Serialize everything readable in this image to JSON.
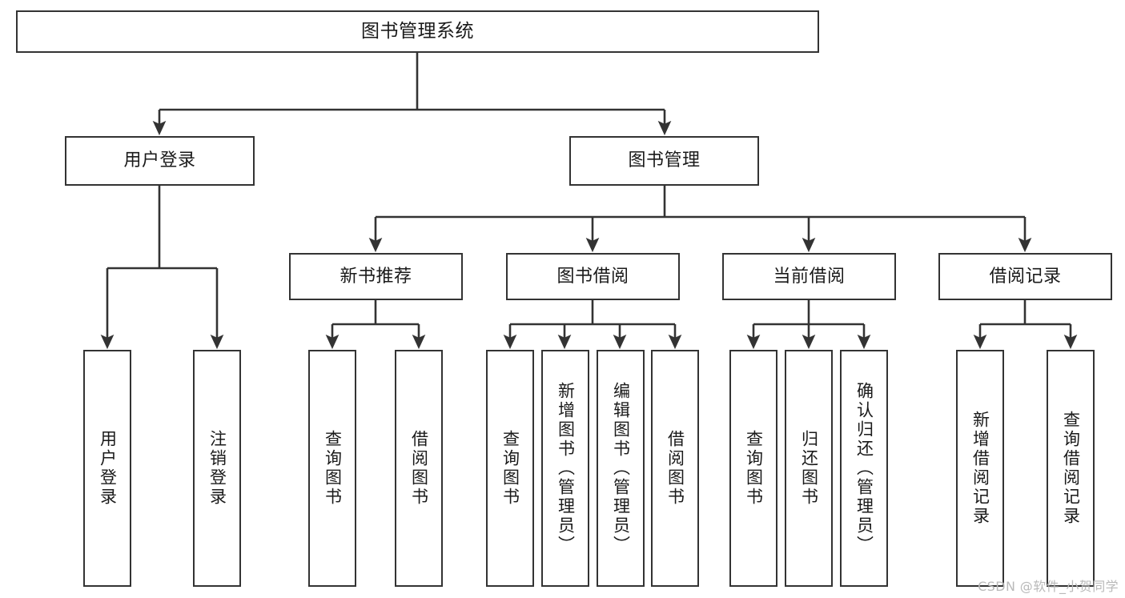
{
  "diagram": {
    "type": "tree-hierarchy-chart",
    "title": "图书管理系统",
    "watermark": "CSDN @软件_小贺同学",
    "colors": {
      "box_border": "#333333",
      "box_fill": "#ffffff",
      "connector": "#333333",
      "text": "#1a1a1a",
      "watermark": "#b9b9b9",
      "background": "#ffffff"
    },
    "nodes": {
      "root": {
        "label": "图书管理系统",
        "orientation": "horizontal"
      },
      "level2": [
        {
          "label": "用户登录",
          "orientation": "horizontal"
        },
        {
          "label": "图书管理",
          "orientation": "horizontal"
        }
      ],
      "level3": [
        {
          "label": "新书推荐",
          "orientation": "horizontal"
        },
        {
          "label": "图书借阅",
          "orientation": "horizontal"
        },
        {
          "label": "当前借阅",
          "orientation": "horizontal"
        },
        {
          "label": "借阅记录",
          "orientation": "horizontal"
        }
      ],
      "leaves": {
        "user_login": [
          {
            "label": "用户登录",
            "orientation": "vertical"
          },
          {
            "label": "注销登录",
            "orientation": "vertical"
          }
        ],
        "new_book": [
          {
            "label": "查询图书",
            "orientation": "vertical"
          },
          {
            "label": "借阅图书",
            "orientation": "vertical"
          }
        ],
        "book_borrow": [
          {
            "label": "查询图书",
            "orientation": "vertical"
          },
          {
            "label": "新增图书（管理员）",
            "orientation": "vertical"
          },
          {
            "label": "编辑图书（管理员）",
            "orientation": "vertical"
          },
          {
            "label": "借阅图书",
            "orientation": "vertical"
          }
        ],
        "current_borrow": [
          {
            "label": "查询图书",
            "orientation": "vertical"
          },
          {
            "label": "归还图书",
            "orientation": "vertical"
          },
          {
            "label": "确认归还（管理员）",
            "orientation": "vertical"
          }
        ],
        "borrow_record": [
          {
            "label": "新增借阅记录",
            "orientation": "vertical"
          },
          {
            "label": "查询借阅记录",
            "orientation": "vertical"
          }
        ]
      }
    }
  }
}
